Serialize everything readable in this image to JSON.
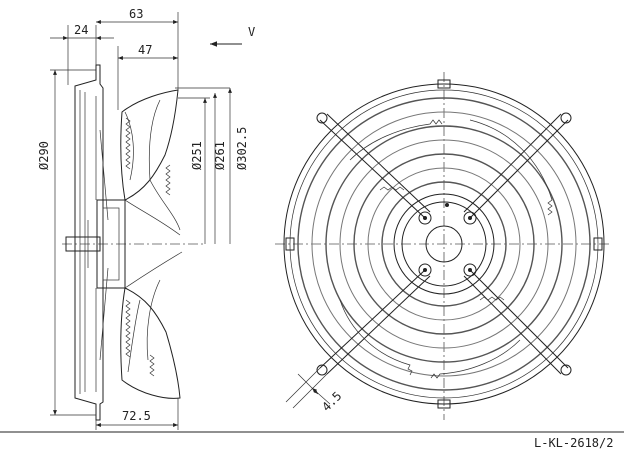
{
  "drawing_code": "L-KL-2618/2",
  "view_arrow_label": "V",
  "dimensions": {
    "overall_depth": "63",
    "flange_offset": "24",
    "hub_depth": "47",
    "bottom_depth": "72.5",
    "diameter_290": "Ø290",
    "diameter_251": "Ø251",
    "diameter_261": "Ø261",
    "diameter_302_5": "Ø302.5",
    "strut_width": "4.5"
  }
}
